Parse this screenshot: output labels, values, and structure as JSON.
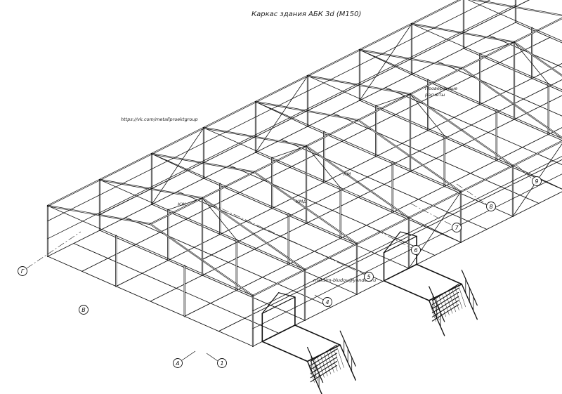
{
  "drawing": {
    "title": "Каркас здания АБК 3d  (М150)",
    "link": "https://vk.com/metallproektgroup",
    "email": "maksim-bludov@yandex.ru",
    "note_line1": "Проверочные",
    "note_line2": "расчеты",
    "section_km": "КМ",
    "section_kmd": "КМД",
    "section_kzh": "КЖ"
  },
  "axes": {
    "numeric": [
      "1",
      "4",
      "5",
      "6",
      "7",
      "8",
      "9"
    ],
    "letter": [
      "А",
      "В",
      "Г"
    ]
  },
  "colors": {
    "line": "#111111",
    "background": "#ffffff"
  }
}
